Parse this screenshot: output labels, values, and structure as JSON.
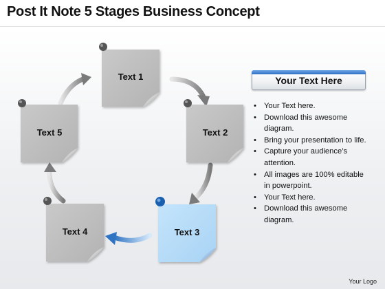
{
  "title": "Post It Note 5 Stages Business Concept",
  "notes": [
    {
      "label": "Text 1"
    },
    {
      "label": "Text 2"
    },
    {
      "label": "Text 3"
    },
    {
      "label": "Text 4"
    },
    {
      "label": "Text 5"
    }
  ],
  "panel": {
    "heading": "Your Text Here",
    "bullets": [
      "Your Text here.",
      "Download this awesome diagram.",
      "Bring your presentation to life.",
      "Capture your audience’s attention.",
      "All images are 100% editable in powerpoint.",
      "Your Text here.",
      "Download this awesome diagram."
    ]
  },
  "footer": {
    "logo": "Your Logo"
  },
  "colors": {
    "note_gray": "#bdbdbd",
    "note_highlight": "#b7dcf8",
    "arrow_gray": "#8c8c8c",
    "arrow_blue": "#3f86cf",
    "pin_gray": "#555555",
    "pin_blue": "#1a5fae",
    "heading_bar": "#2f6fc5"
  }
}
